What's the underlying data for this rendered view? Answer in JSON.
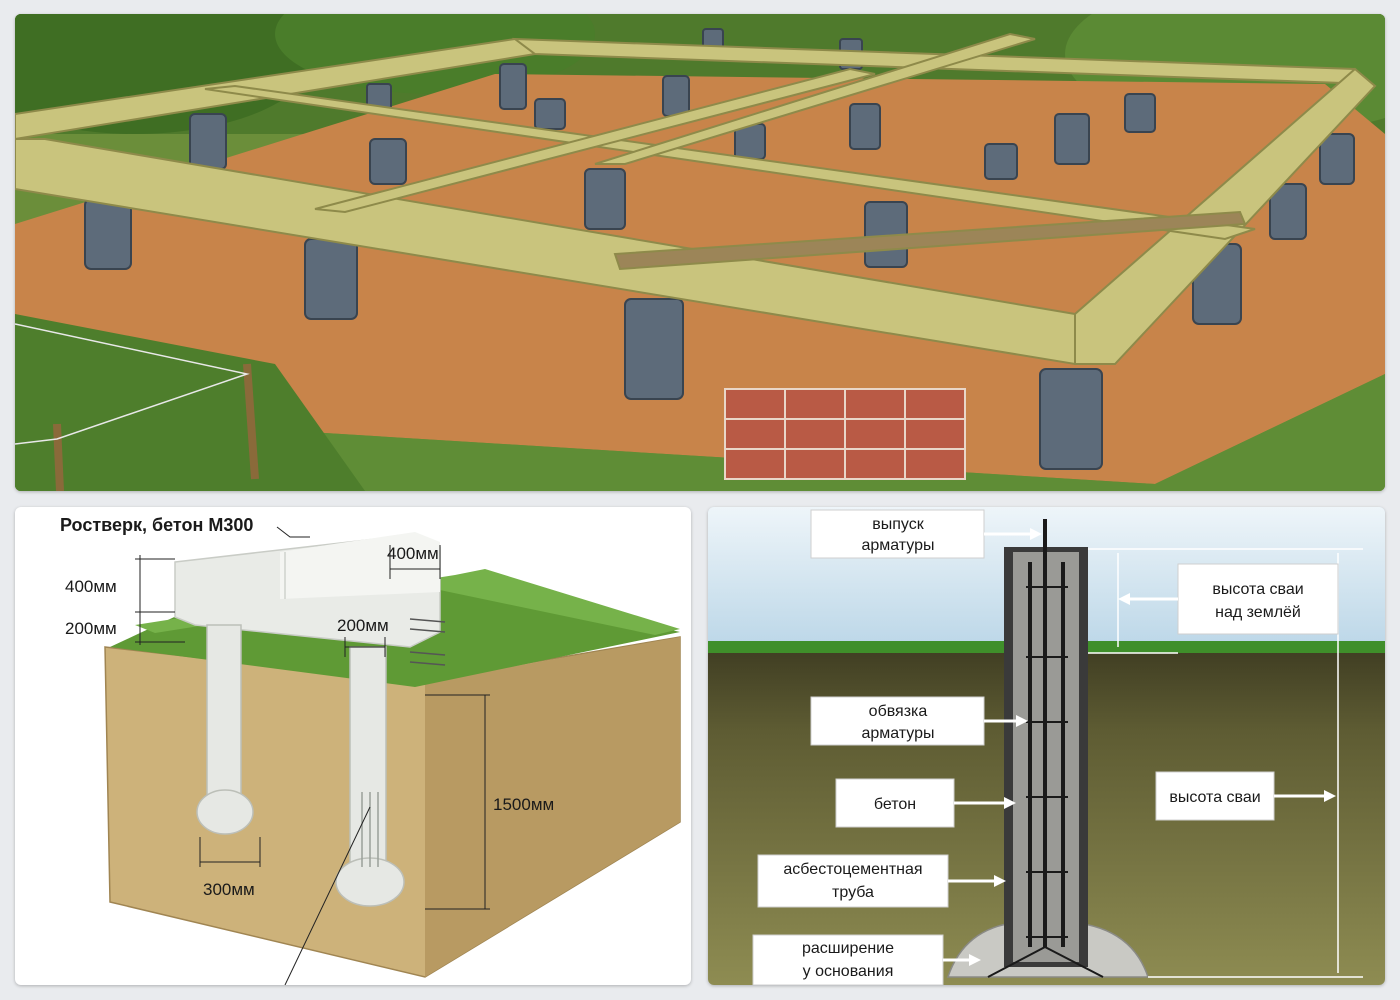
{
  "left_diagram": {
    "title": "Ростверк, бетон М300",
    "dims": {
      "d400_left": "400мм",
      "d200_left": "200мм",
      "d400_right": "400мм",
      "d200_right": "200мм",
      "d1500": "1500мм",
      "d300": "300мм"
    }
  },
  "right_diagram": {
    "labels": {
      "rebar_outlet": [
        "выпуск",
        "арматуры"
      ],
      "pile_above_ground": [
        "высота сваи",
        "над землёй"
      ],
      "rebar_binding": [
        "обвязка",
        "арматуры"
      ],
      "concrete": [
        "бетон"
      ],
      "pile_height": [
        "высота сваи"
      ],
      "asbestos_pipe": [
        "асбестоцементная",
        "труба"
      ],
      "base_widening": [
        "расширение",
        "у основания"
      ]
    }
  },
  "colors": {
    "sky": "#cfe2ee",
    "grass": "#3f8f2a",
    "soil_light": "#7c7a45",
    "soil_dark": "#3f3d22",
    "timber": "#c9c47d",
    "sand": "#c8844a"
  }
}
